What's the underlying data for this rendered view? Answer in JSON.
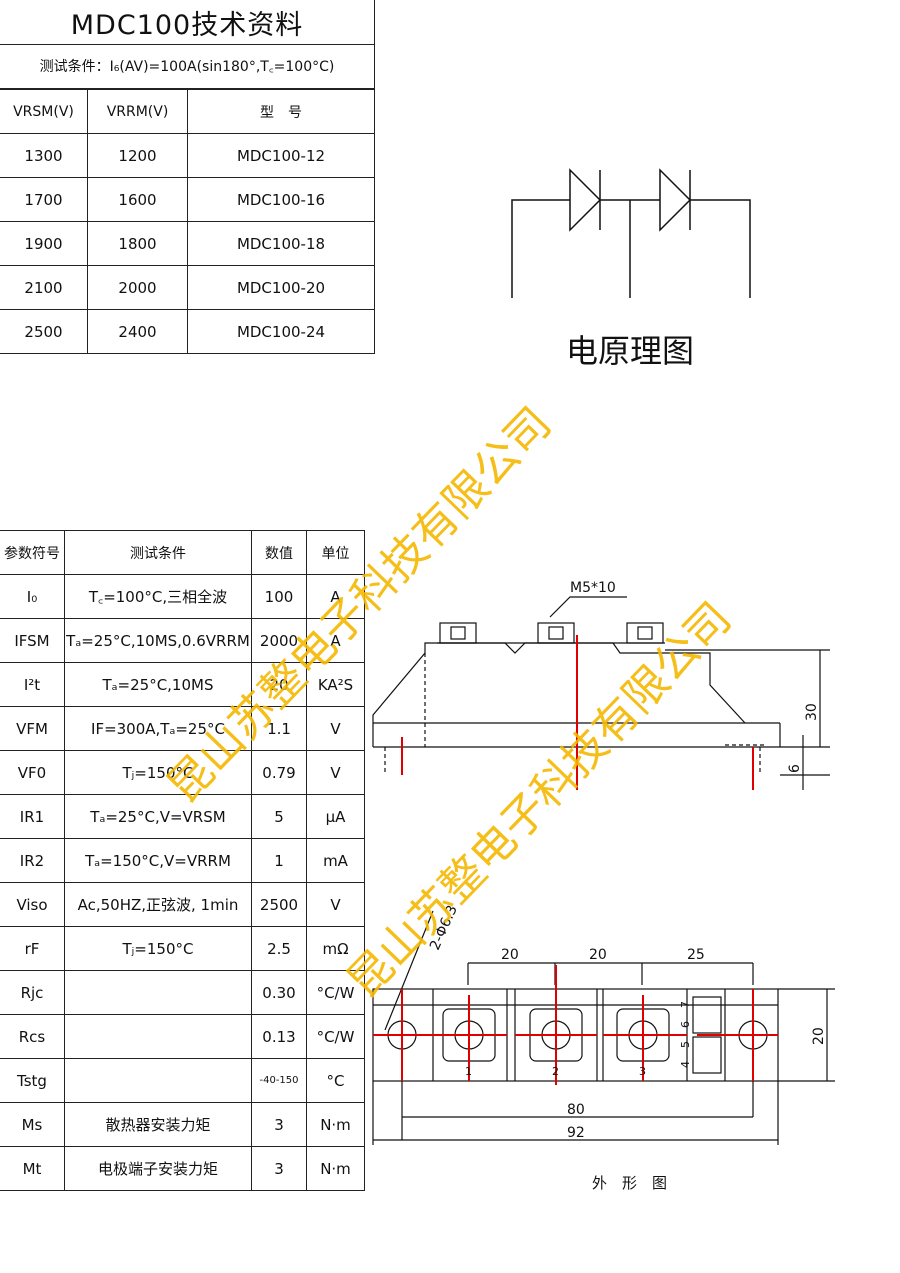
{
  "spec": {
    "title": "MDC100技术资料",
    "condition": "测试条件：I₆(AV)=100A(sin180°,T꜀=100°C)",
    "headers": [
      "VRSM(V)",
      "VRRM(V)",
      "型　号"
    ],
    "rows": [
      [
        "1300",
        "1200",
        "MDC100-12"
      ],
      [
        "1700",
        "1600",
        "MDC100-16"
      ],
      [
        "1900",
        "1800",
        "MDC100-18"
      ],
      [
        "2100",
        "2000",
        "MDC100-20"
      ],
      [
        "2500",
        "2400",
        "MDC100-24"
      ]
    ]
  },
  "circuit": {
    "caption": "电原理图"
  },
  "params": {
    "headers": [
      "参数符号",
      "测试条件",
      "数值",
      "单位"
    ],
    "rows": [
      [
        "I₀",
        "T꜀=100°C,三相全波",
        "100",
        "A"
      ],
      [
        "IFSM",
        "Tₐ=25°C,10MS,0.6VRRM",
        "2000",
        "A"
      ],
      [
        "I²t",
        "Tₐ=25°C,10MS",
        "20",
        "KA²S"
      ],
      [
        "VFM",
        "IF=300A,Tₐ=25°C",
        "1.1",
        "V"
      ],
      [
        "VF0",
        "Tⱼ=150°C",
        "0.79",
        "V"
      ],
      [
        "IR1",
        "Tₐ=25°C,V=VRSM",
        "5",
        "μA"
      ],
      [
        "IR2",
        "Tₐ=150°C,V=VRRM",
        "1",
        "mA"
      ],
      [
        "Viso",
        "Ac,50HZ,正弦波, 1min",
        "2500",
        "V"
      ],
      [
        "rF",
        "Tⱼ=150°C",
        "2.5",
        "mΩ"
      ],
      [
        "Rjc",
        "",
        "0.30",
        "°C/W"
      ],
      [
        "Rcs",
        "",
        "0.13",
        "°C/W"
      ],
      [
        "Tstg",
        "",
        "-40-150",
        "°C"
      ],
      [
        "Ms",
        "散热器安装力矩",
        "3",
        "N·m"
      ],
      [
        "Mt",
        "电极端子安装力矩",
        "3",
        "N·m"
      ]
    ]
  },
  "outline": {
    "caption": "外　形　图",
    "screw_label": "M5*10",
    "dim_height_total": "30",
    "dim_base": "6",
    "dim_hole": "2-Φ6.3",
    "dim_pitch_1": "20",
    "dim_pitch_2": "20",
    "dim_pitch_3": "25",
    "dim_width": "20",
    "dim_mount": "80",
    "dim_length": "92",
    "terminals": [
      "1",
      "2",
      "3"
    ],
    "aux_pins": [
      "7",
      "6",
      "5",
      "4"
    ]
  },
  "watermark": {
    "text": "昆山苏整电子科技有限公司"
  }
}
